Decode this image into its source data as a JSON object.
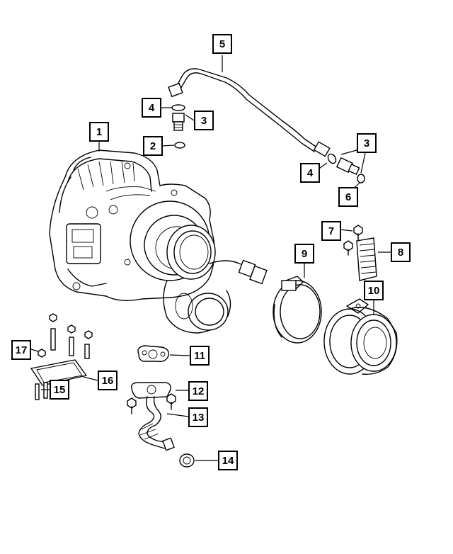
{
  "callouts": {
    "c1": "1",
    "c2": "2",
    "c3a": "3",
    "c3b": "3",
    "c4a": "4",
    "c4b": "4",
    "c5": "5",
    "c6": "6",
    "c7": "7",
    "c8": "8",
    "c9": "9",
    "c10": "10",
    "c11": "11",
    "c12": "12",
    "c13": "13",
    "c14": "14",
    "c15": "15",
    "c16": "16",
    "c17": "17"
  }
}
